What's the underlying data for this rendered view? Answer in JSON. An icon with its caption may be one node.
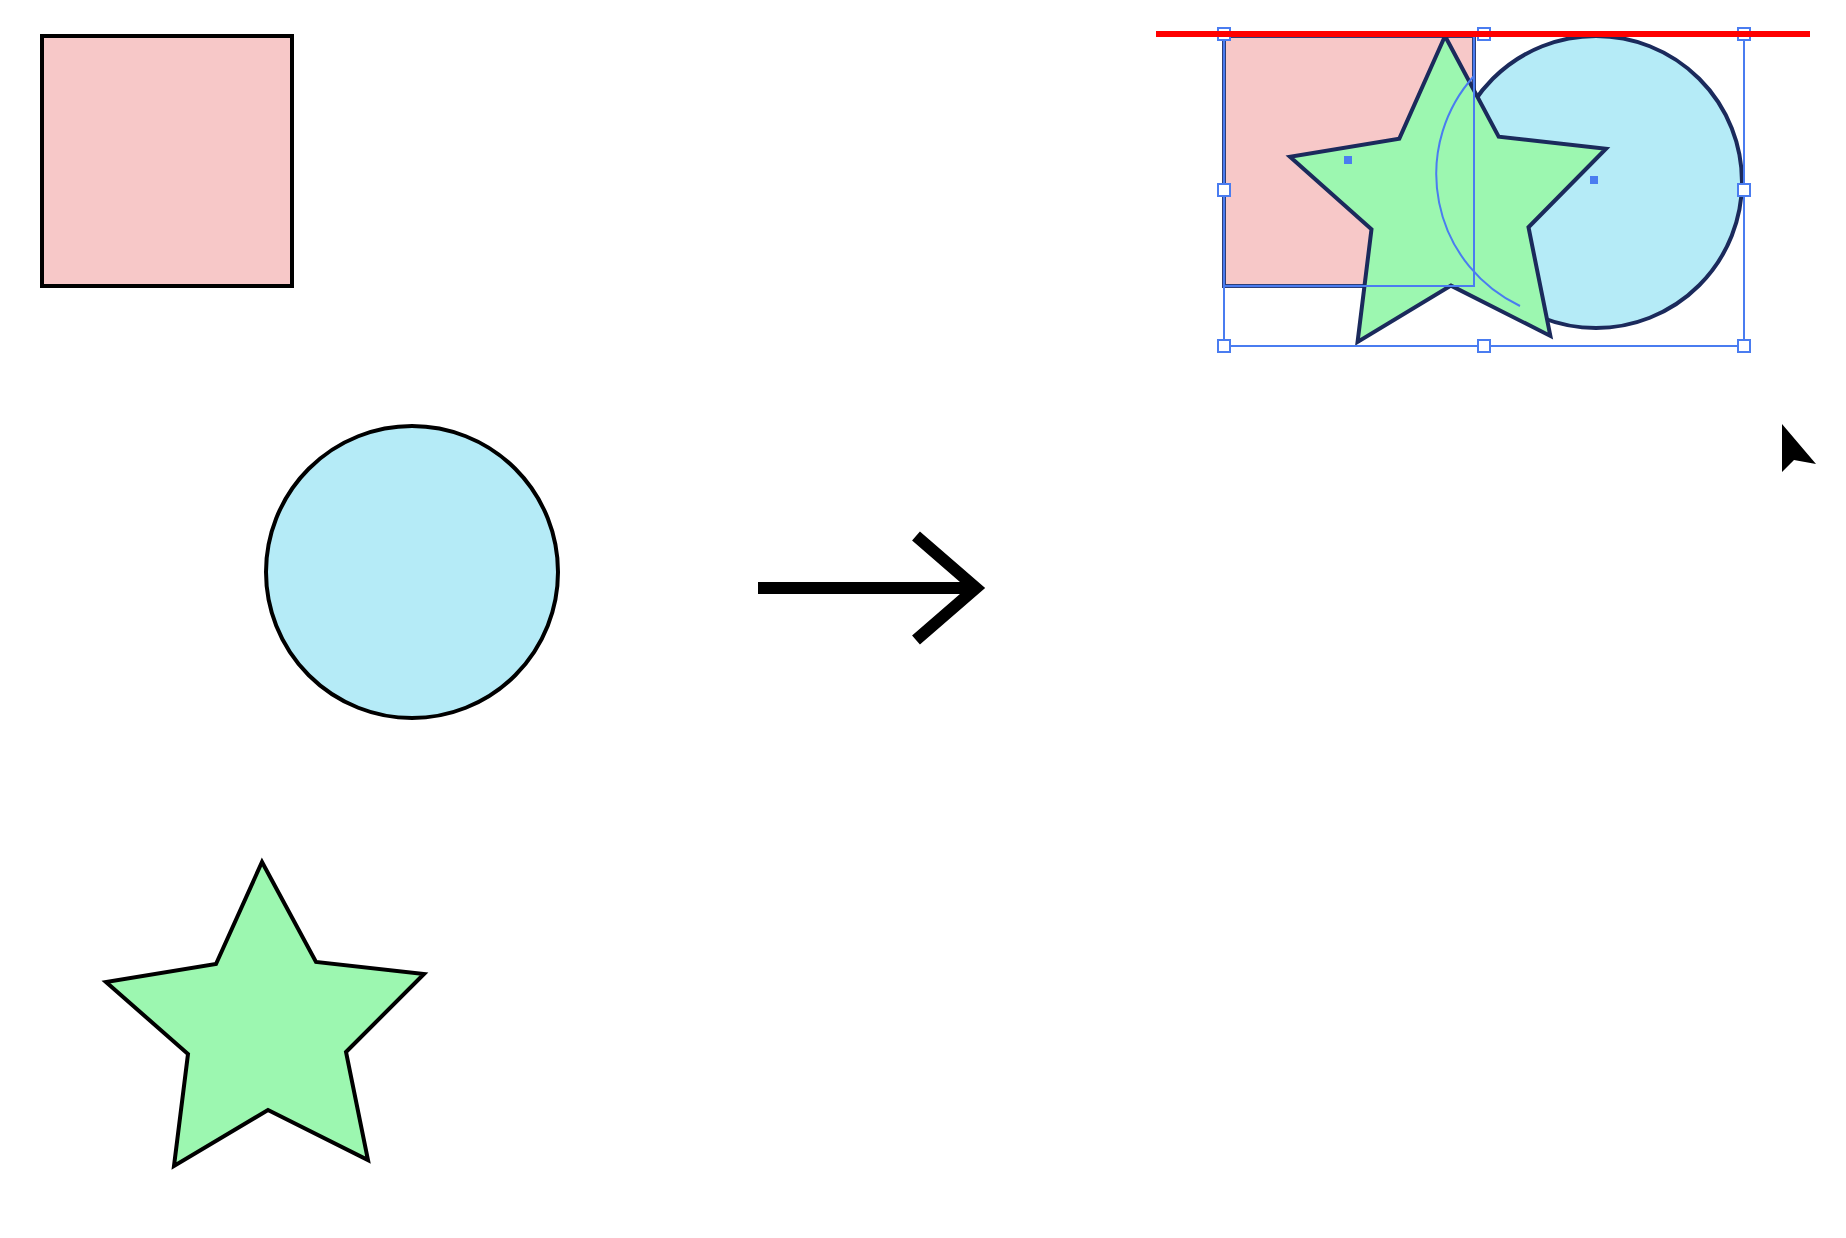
{
  "diagram": {
    "nodes": [
      {
        "text": [],
        "shape": "box"
      },
      {
        "text": [],
        "shape": "circle"
      },
      {
        "text": [],
        "shape": "star"
      },
      {
        "text": [],
        "shape": "picture"
      }
    ]
  }
}
